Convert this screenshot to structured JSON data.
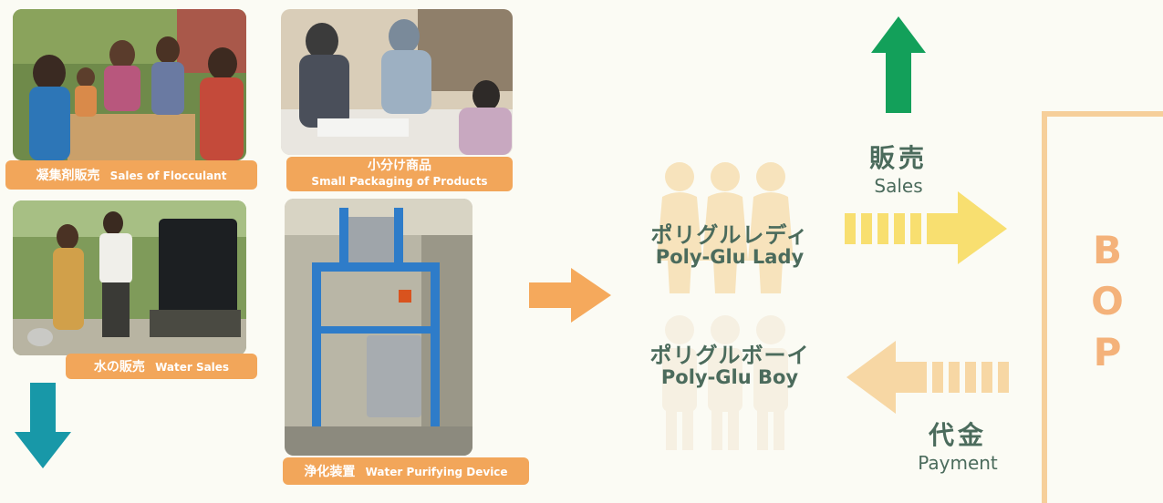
{
  "photos": {
    "flocculant": {
      "caption_ja": "凝集剤販売",
      "caption_en": "Sales of Flocculant"
    },
    "packaging": {
      "caption_ja": "小分け商品",
      "caption_en": "Small Packaging of Products"
    },
    "water": {
      "caption_ja": "水の販売",
      "caption_en": "Water Sales"
    },
    "device": {
      "caption_ja": "浄化装置",
      "caption_en": "Water Purifying Device"
    }
  },
  "lady": {
    "label_ja": "ポリグルレディ",
    "label_en": "Poly-Glu Lady"
  },
  "boy": {
    "label_ja": "ポリグルボーイ",
    "label_en": "Poly-Glu Boy"
  },
  "sales": {
    "label_ja": "販売",
    "label_en": "Sales"
  },
  "payment": {
    "label_ja": "代金",
    "label_en": "Payment"
  },
  "bop": {
    "letters": [
      "B",
      "O",
      "P"
    ]
  },
  "colors": {
    "caption_bg": "#f2a65a",
    "label_text": "#4b6b5c",
    "up_arrow": "#13a05a",
    "down_arrow": "#1898a8",
    "sales_arrow": "#f8df70",
    "payment_arrow": "#f7d7a4",
    "flow_arrow": "#f5a95c",
    "bop_box": "#f6cf9a"
  }
}
